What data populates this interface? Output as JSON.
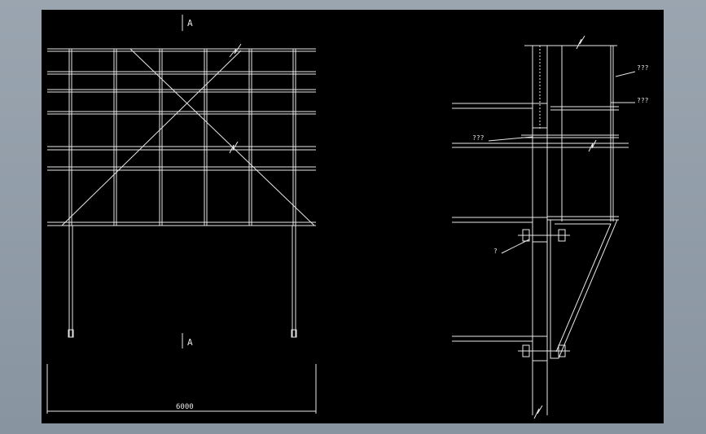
{
  "drawing": {
    "section_mark_top": "A",
    "section_mark_bottom": "A",
    "dimension_label": "6000",
    "callout_1": "???",
    "callout_2": "???",
    "callout_3": "???",
    "callout_4": "?"
  },
  "colors": {
    "background": "#000000",
    "frame": "#8f9aa6",
    "line": "#e8e8e8"
  }
}
